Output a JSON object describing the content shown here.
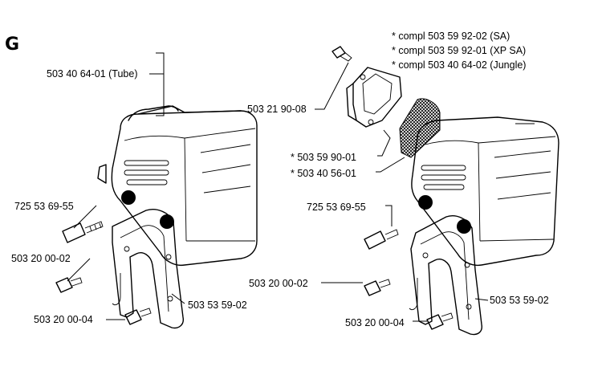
{
  "section_letter": "G",
  "left_assembly": {
    "tube_label": "503 40 64-01 (Tube)",
    "screw_label": "725 53 69-55",
    "bolt_label": "503 20 00-02",
    "bolt2_label": "503 20 00-04",
    "bracket_label": "503 53 59-02"
  },
  "right_assembly": {
    "notes": [
      "*  compl 503 59 92-02 (SA)",
      "*  compl 503 59 92-01 (XP SA)",
      "*  compl 503 40 64-02 (Jungle)"
    ],
    "screw_top_label": "503 21 90-08",
    "gasket_label": "*  503 59 90-01",
    "screen_label": "*  503 40 56-01",
    "screw_label": "725 53 69-55",
    "bolt_label": "503 20 00-02",
    "bolt2_label": "503 20 00-04",
    "bracket_label": "503 53 59-02"
  }
}
